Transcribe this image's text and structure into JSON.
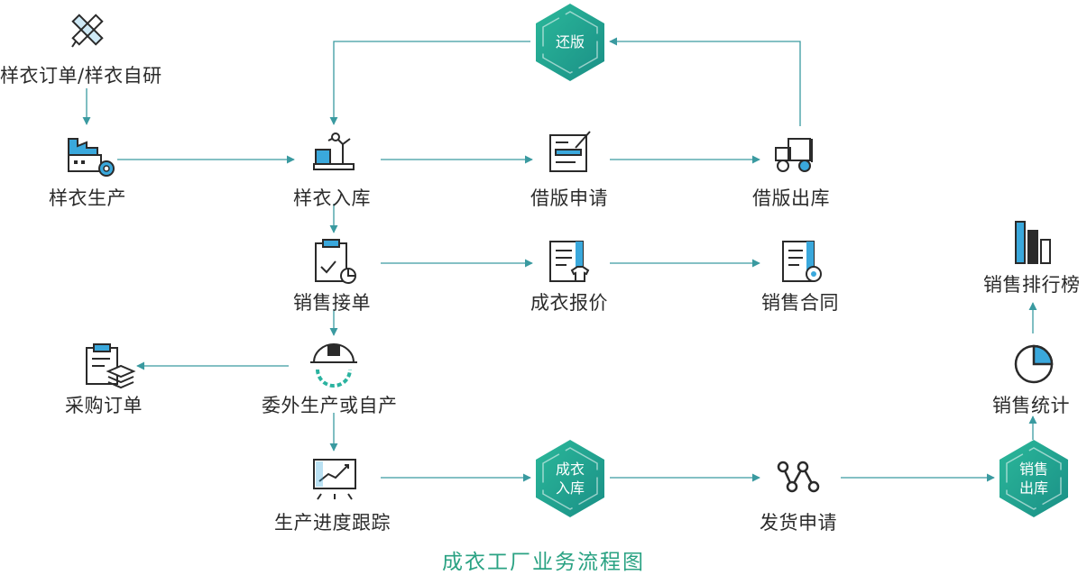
{
  "title": "成衣工厂业务流程图",
  "nodes": {
    "sample_order": "样衣订单/样衣自研",
    "sample_production": "样衣生产",
    "sample_in": "样衣入库",
    "borrow_apply": "借版申请",
    "borrow_out": "借版出库",
    "return_plate": "还版",
    "sales_order": "销售接单",
    "quote": "成衣报价",
    "sales_contract": "销售合同",
    "outsource": "委外生产或自产",
    "purchase_order": "采购订单",
    "progress": "生产进度跟踪",
    "goods_in_l1": "成衣",
    "goods_in_l2": "入库",
    "ship_apply": "发货申请",
    "sales_out_l1": "销售",
    "sales_out_l2": "出库",
    "sales_stats": "销售统计",
    "sales_rank": "销售排行榜"
  },
  "colors": {
    "line": "#3a9aa0",
    "hex_dark": "#1e9a78",
    "hex_light": "#2bb3a0",
    "icon_blue": "#3aa8dc",
    "icon_dark": "#2a2a2a",
    "title": "#2aa283"
  },
  "icons": [
    "pencil-ruler-icon",
    "factory-gear-icon",
    "robot-arm-icon",
    "document-pen-icon",
    "forklift-icon",
    "clipboard-chart-icon",
    "document-shirt-icon",
    "document-badge-icon",
    "helmet-gear-icon",
    "clipboard-layers-icon",
    "trend-board-icon",
    "nodes-network-icon",
    "pie-chart-icon",
    "bar-chart-icon"
  ]
}
